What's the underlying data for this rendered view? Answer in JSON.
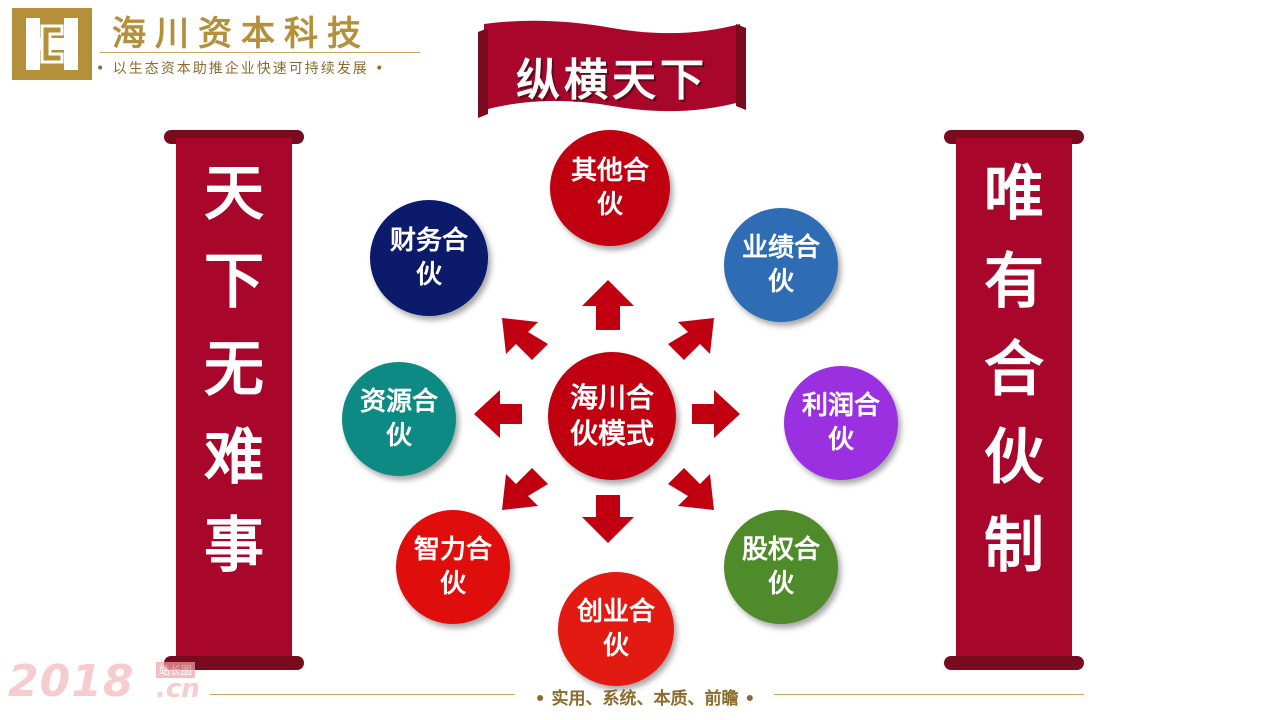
{
  "header": {
    "company_name": "海川资本科技",
    "slogan": "• 以生态资本助推企业快速可持续发展 •",
    "title": "纵横天下"
  },
  "scrolls": {
    "left": [
      "天",
      "下",
      "无",
      "难",
      "事"
    ],
    "right": [
      "唯",
      "有",
      "合",
      "伙",
      "制"
    ]
  },
  "center": {
    "label": "海川合伙模式",
    "color": "#c00010"
  },
  "partners": [
    {
      "label": "其他合伙",
      "color": "#c00010"
    },
    {
      "label": "业绩合伙",
      "color": "#2e6db4"
    },
    {
      "label": "利润合伙",
      "color": "#9b30e0"
    },
    {
      "label": "股权合伙",
      "color": "#4f8a2b"
    },
    {
      "label": "创业合伙",
      "color": "#e21a12"
    },
    {
      "label": "智力合伙",
      "color": "#e00d0d"
    },
    {
      "label": "资源合伙",
      "color": "#0e8a84"
    },
    {
      "label": "财务合伙",
      "color": "#0b1a6a"
    }
  ],
  "colors": {
    "banner": "#a8062a",
    "gold": "#b5903a",
    "arrow": "#c00010"
  },
  "footer": {
    "tagline": "• 实用、系统、本质、前瞻 •"
  },
  "watermark": {
    "number": "2018",
    "domain": ".cn",
    "tag": "站长图"
  }
}
